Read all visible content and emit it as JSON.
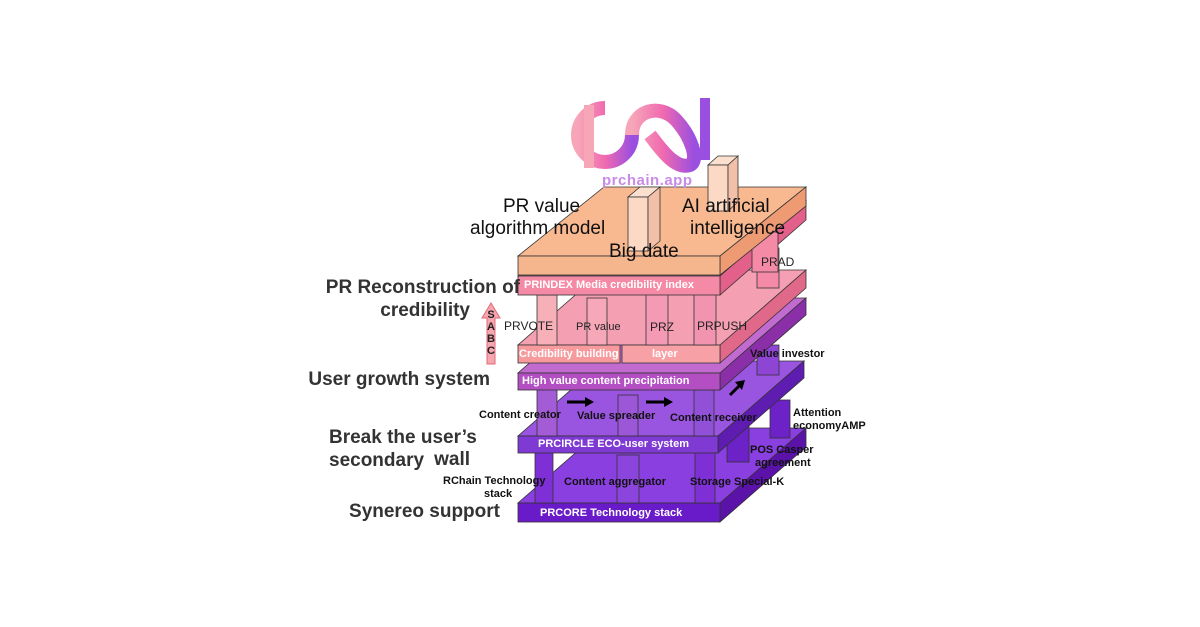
{
  "logo": {
    "text": "prchain.app"
  },
  "top_labels": {
    "pr_value_line1": "PR value",
    "pr_value_line2": "algorithm model",
    "ai_line1": "AI artificial",
    "ai_line2": "intelligence",
    "big_data": "Big date"
  },
  "side_labels": {
    "reconstruction_line1": "PR Reconstruction of",
    "reconstruction_line2": "credibility",
    "user_growth": "User growth system",
    "break_line1": "Break the user’s secondary",
    "break_line2": "wall",
    "synereo": "Synereo support"
  },
  "sabc_letters": [
    "S",
    "A",
    "B",
    "C"
  ],
  "layers": {
    "prindex": "PRINDEX Media credibility index",
    "credibility_left": "Credibility building",
    "credibility_right": "layer",
    "high_value": "High value content precipitation",
    "prcircle": "PRCIRCLE ECO-user system",
    "prcore": "PRCORE Technology stack"
  },
  "pillars": {
    "prad": "PRAD",
    "prvote": "PRVOTE",
    "pr_value": "PR value",
    "prz": "PRZ",
    "prpush": "PRPUSH",
    "value_investor": "Value investor",
    "content_creator": "Content creator",
    "value_spreader": "Value spreader",
    "content_receiver": "Content receiver",
    "attention_line1": "Attention",
    "attention_line2": "economyAMP",
    "pos_line1": "POS Casper",
    "pos_line2": "agreement",
    "rchain_line1": "RChain  Technology",
    "rchain_line2": "stack",
    "content_aggregator": "Content aggregator",
    "storage": "Storage Special-K"
  },
  "colors": {
    "orange_top": "#f5b58d",
    "pink_layer": "#f58aa6",
    "salmon_layer": "#f7a0a5",
    "magenta_layer": "#b34fc3",
    "purple_layer": "#7e3ad2",
    "violet_layer": "#6a1bc9",
    "logo_pink": "#f06ab0",
    "logo_purple": "#9b4fe0"
  }
}
